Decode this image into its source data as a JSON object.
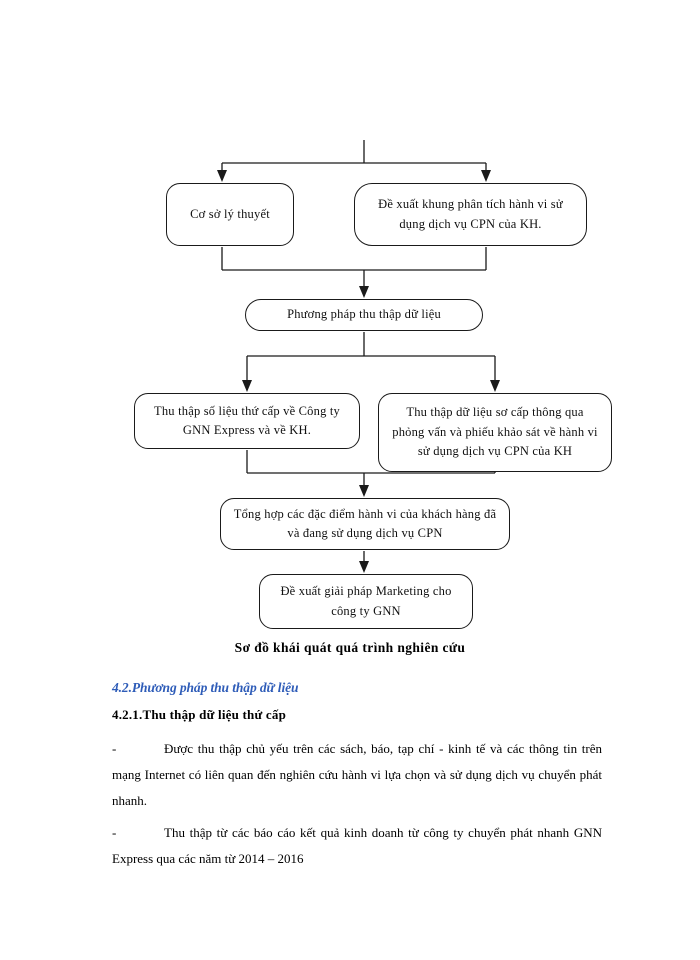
{
  "document": {
    "diagram": {
      "caption": "Sơ đồ khái quát quá trình nghiên cứu",
      "nodes": {
        "theory": "Cơ sở  lý thuyết",
        "framework": "Đề xuất khung phân tích hành vi sử dụng dịch vụ CPN của KH.",
        "method": "Phương pháp thu thập dữ liệu",
        "secondary": "Thu thập số liệu thứ cấp về Công ty GNN Express và về KH.",
        "primary": "Thu thập dữ liệu sơ cấp thông qua phỏng vấn và phiếu khảo sát về hành vi sử dụng dịch vụ CPN của KH",
        "synthesis": "Tổng hợp các đặc điểm hành vi của khách hàng đã và đang sử dụng dịch vụ CPN",
        "solution": "Đề xuất giải pháp Marketing cho công ty GNN"
      }
    },
    "headings": {
      "section": "4.2.Phương pháp thu thập dữ liệu",
      "subsection": "4.2.1.Thu thập dữ liệu thứ cấp"
    },
    "paragraphs": [
      {
        "bullet": "-",
        "text": "Được thu thập chủ yếu trên các sách, báo, tạp chí -  kinh tế và các thông tin trên mạng Internet có liên quan đến nghiên cứu hành vi lựa chọn và sử dụng dịch vụ chuyển phát nhanh."
      },
      {
        "bullet": "-",
        "text": "Thu thập từ các báo cáo kết quả kinh doanh từ công ty chuyển phát nhanh GNN Express qua các năm từ 2014 – 2016"
      }
    ],
    "colors": {
      "heading_blue": "#2e5cb8",
      "text_black": "#101010",
      "line_black": "#1a1a1a",
      "page_background": "#ffffff"
    }
  }
}
